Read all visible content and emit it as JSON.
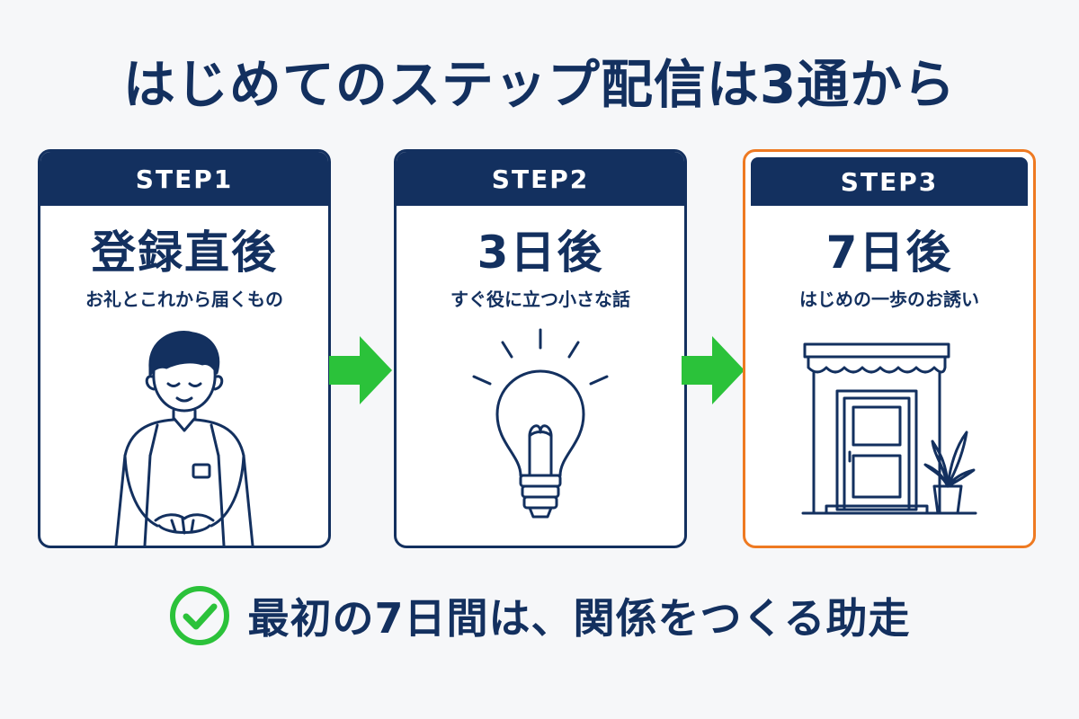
{
  "title": "はじめてのステップ配信は3通から",
  "steps": [
    {
      "label": "STEP1",
      "timing": "登録直後",
      "description": "お礼とこれから届くもの",
      "icon": "bowing-person-icon"
    },
    {
      "label": "STEP2",
      "timing": "3日後",
      "description": "すぐ役に立つ小さな話",
      "icon": "lightbulb-icon"
    },
    {
      "label": "STEP3",
      "timing": "7日後",
      "description": "はじめの一歩のお誘い",
      "icon": "shop-storefront-icon"
    }
  ],
  "footer": {
    "text": "最初の7日間は、関係をつくる助走",
    "icon": "check-circle-icon"
  },
  "colors": {
    "navy": "#13305f",
    "highlight_border": "#ee7a22",
    "arrow_green": "#2bc23a",
    "check_green": "#2bc23a",
    "background": "#f6f7f9"
  }
}
